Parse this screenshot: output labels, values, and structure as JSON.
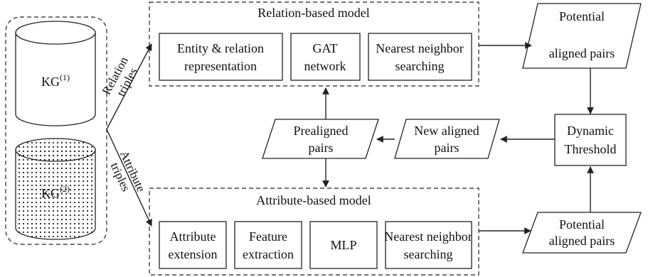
{
  "kg_container": {
    "kg1": {
      "label": "KG",
      "sup": "(1)"
    },
    "kg2": {
      "label": "KG",
      "sup": "(2)"
    }
  },
  "edges": {
    "relation_label": [
      "Relation",
      "triples"
    ],
    "attribute_label": [
      "Attribute",
      "triples"
    ]
  },
  "relation_model": {
    "title": "Relation-based model",
    "modules": [
      {
        "lines": [
          "Entity & relation",
          "representation"
        ]
      },
      {
        "lines": [
          "GAT",
          "network"
        ]
      },
      {
        "lines": [
          "Nearest neighbor",
          "searching"
        ]
      }
    ]
  },
  "attribute_model": {
    "title": "Attribute-based model",
    "modules": [
      {
        "lines": [
          "Attribute",
          "extension"
        ]
      },
      {
        "lines": [
          "Feature",
          "extraction"
        ]
      },
      {
        "lines": [
          "MLP"
        ]
      },
      {
        "lines": [
          "Nearest neighbor",
          "searching"
        ]
      }
    ]
  },
  "potential_top": {
    "lines": [
      "Potential",
      "aligned pairs"
    ]
  },
  "potential_bottom": {
    "lines": [
      "Potential",
      "aligned pairs"
    ]
  },
  "dynamic_threshold": {
    "lines": [
      "Dynamic",
      "Threshold"
    ]
  },
  "new_aligned": {
    "lines": [
      "New aligned",
      "pairs"
    ]
  },
  "prealigned": {
    "lines": [
      "Prealigned",
      "pairs"
    ]
  }
}
